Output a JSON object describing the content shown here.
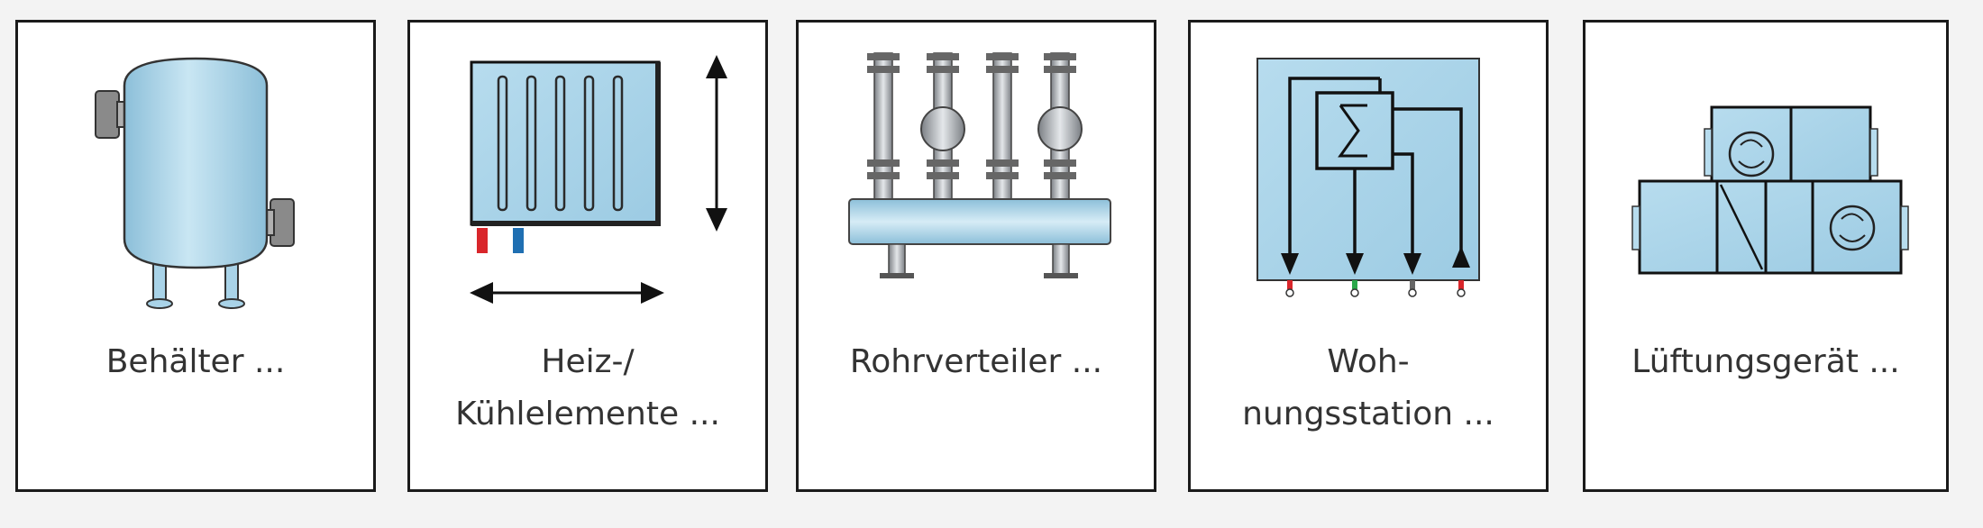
{
  "colors": {
    "tile_border": "#1a1a1a",
    "tank_fill": "#a9d3e8",
    "accent_red": "#d9262b",
    "accent_blue": "#1f6fb2",
    "accent_green": "#2aa84a",
    "flange_grey": "#8a8a8a"
  },
  "tiles": [
    {
      "label": "Behälter ...",
      "icon": "tank-icon"
    },
    {
      "label": "Heiz-/\nKühlelemente ...",
      "icon": "radiator-icon"
    },
    {
      "label": "Rohrverteiler ...",
      "icon": "pipe-distributor-icon"
    },
    {
      "label": "Woh-\nnungsstation ...",
      "icon": "apartment-station-icon"
    },
    {
      "label": "Lüftungsgerät ...",
      "icon": "ventilation-unit-icon"
    }
  ]
}
